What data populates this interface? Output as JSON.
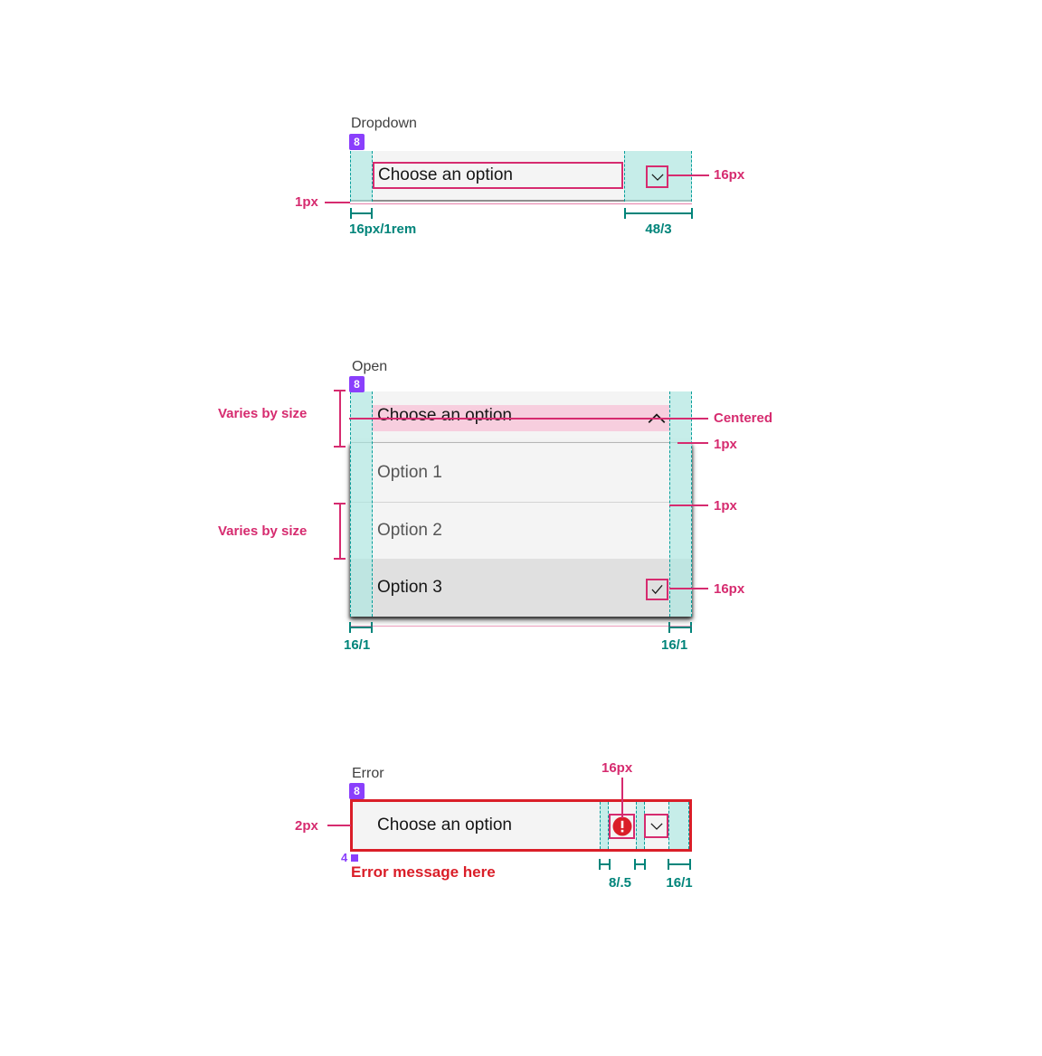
{
  "colors": {
    "annotation_pink": "#d62b6f",
    "measure_teal": "#00847a",
    "spacing_fill": "#a7e7e1",
    "badge_purple": "#8a3ffc",
    "error_red": "#da1e28",
    "field_bg": "#f4f4f4",
    "selected_bg": "#e0e0e0",
    "text_primary": "#161616",
    "text_secondary": "#565656",
    "border_gray": "#8d8d8d",
    "highlight_pink": "#f7cede"
  },
  "closed": {
    "heading": "Dropdown",
    "badge": "8",
    "value": "Choose an option",
    "ann_border": "1px",
    "ann_icon": "16px",
    "measure_left": "16px/1rem",
    "measure_right": "48/3"
  },
  "open": {
    "heading": "Open",
    "badge": "8",
    "value": "Choose an option",
    "options": [
      "Option 1",
      "Option 2",
      "Option 3"
    ],
    "ann_varies_1": "Varies by size",
    "ann_varies_2": "Varies by size",
    "ann_centered": "Centered",
    "ann_divider_1": "1px",
    "ann_divider_2": "1px",
    "ann_check": "16px",
    "measure_left": "16/1",
    "measure_right": "16/1"
  },
  "error": {
    "heading": "Error",
    "badge": "8",
    "value": "Choose an option",
    "ann_border": "2px",
    "ann_icon_gap": "16px",
    "spacing_badge": "4",
    "message": "Error message here",
    "measure_gaps": "8/.5",
    "measure_right": "16/1"
  }
}
